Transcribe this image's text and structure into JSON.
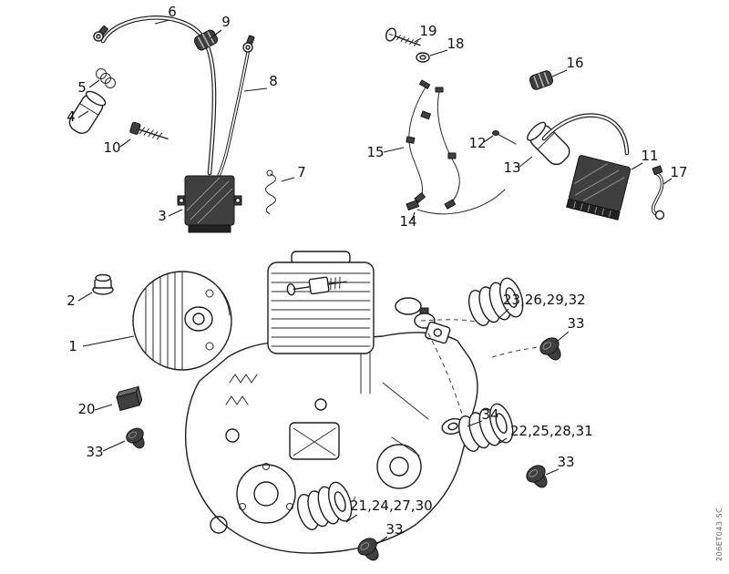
{
  "diagram": {
    "watermark": "206ET043 SC",
    "colors": {
      "line": "#1c1c1c",
      "dark_part": "#3f3f3f",
      "watermark_gray": "#666666",
      "background": "#ffffff"
    },
    "callouts": {
      "n1": "1",
      "n2": "2",
      "n3": "3",
      "n4": "4",
      "n5": "5",
      "n6": "6",
      "n7": "7",
      "n8": "8",
      "n9": "9",
      "n10": "10",
      "n11": "11",
      "n12": "12",
      "n13": "13",
      "n14": "14",
      "n15": "15",
      "n16": "16",
      "n17": "17",
      "n18": "18",
      "n19": "19",
      "n20": "20",
      "n34": "34",
      "n33_left": "33",
      "n33_upper_right": "33",
      "n33_mid_right": "33",
      "n33_bottom": "33",
      "group_upper": "23,26,29,32",
      "group_mid": "22,25,28,31",
      "group_lower": "21,24,27,30"
    }
  }
}
